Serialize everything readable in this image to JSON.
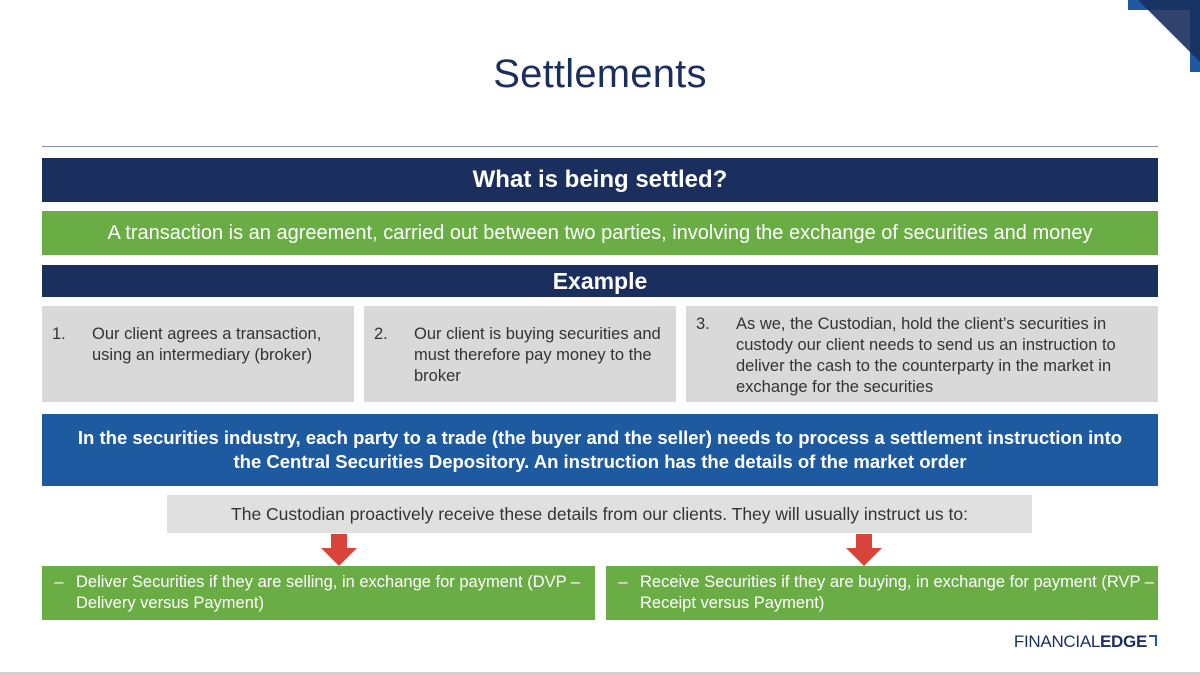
{
  "slide": {
    "title": "Settlements",
    "question": "What is being settled?",
    "definition": "A transaction is an agreement, carried out between two parties, involving the exchange of securities and money",
    "example_heading": "Example",
    "steps": [
      {
        "number": "1.",
        "text": "Our client agrees a transaction, using an intermediary (broker)"
      },
      {
        "number": "2.",
        "text": "Our client is buying securities and must therefore pay money to the broker"
      },
      {
        "number": "3.",
        "text": "As we, the Custodian, hold the client’s securities in custody our client needs to send us an instruction to deliver the cash to the counterparty in the market in exchange for the securities"
      }
    ],
    "info": "In the securities industry, each party to a trade (the buyer and the seller) needs to process a settlement instruction into the Central Securities Depository. An instruction has the details of the market order",
    "note": "The Custodian proactively receive these details from our clients. They will usually instruct us to:",
    "options": [
      {
        "dash": "–",
        "text": "Deliver Securities if they are selling, in exchange for payment (DVP – Delivery versus Payment)"
      },
      {
        "dash": "–",
        "text": "Receive Securities if they are buying, in exchange for payment (RVP – Receipt versus Payment)"
      }
    ]
  },
  "logo": {
    "part1": "FINANCIAL",
    "part2": "EDGE"
  },
  "colors": {
    "navy": "#1a2f5e",
    "green": "#6aad45",
    "blue": "#1d5aa0",
    "arrow": "#d9443a",
    "grey_box": "#d9d9d9"
  }
}
